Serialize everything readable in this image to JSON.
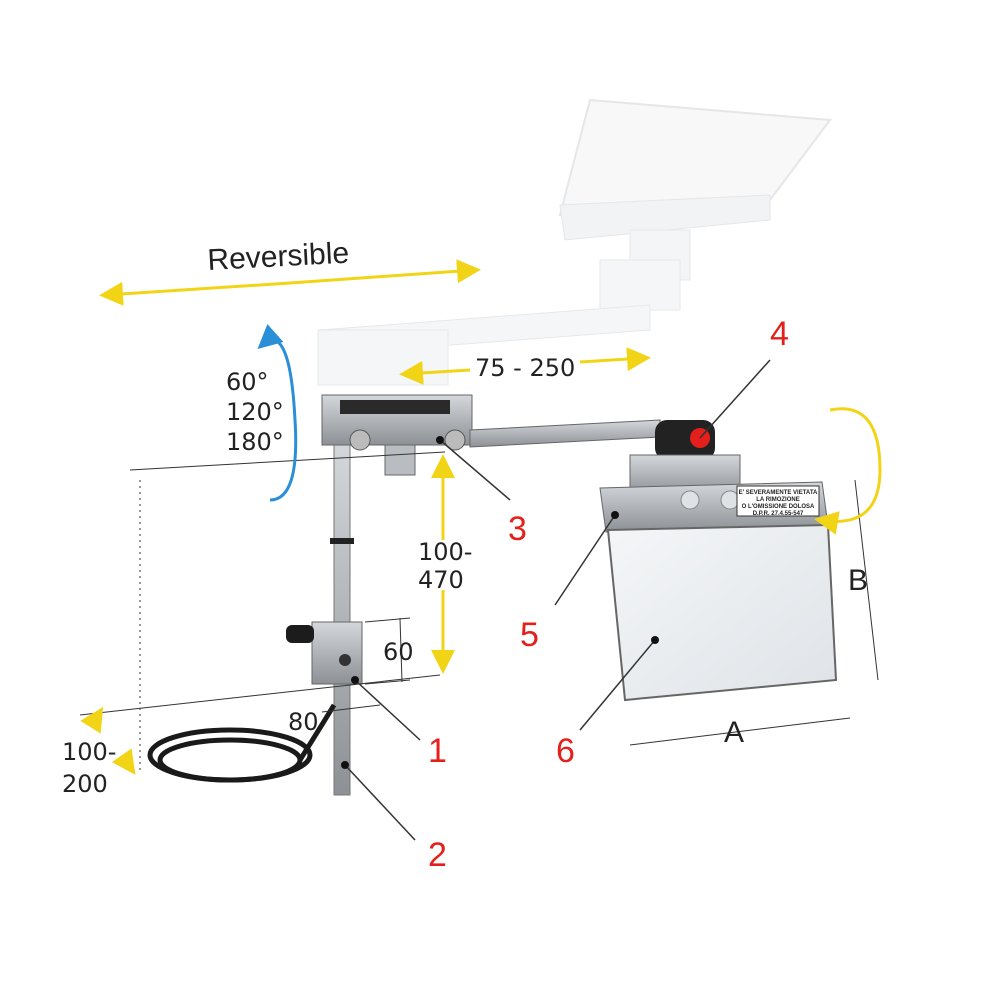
{
  "labels": {
    "reversible": "Reversible",
    "angle_1": "60°",
    "angle_2": "120°",
    "angle_3": "180°",
    "range_arm": "75 - 250",
    "height_1": "100-",
    "height_2": "470",
    "dim_60": "60",
    "dim_80": "80",
    "low_1": "100-",
    "low_2": "200",
    "dim_a": "A",
    "dim_b": "B"
  },
  "callouts": [
    "1",
    "2",
    "3",
    "4",
    "5",
    "6"
  ],
  "sticker": {
    "line1": "E' SEVERAMENTE VIETATA",
    "line2": "LA RIMOZIONE",
    "line3": "O L'OMISSIONE DOLOSA",
    "line4": "D.P.R. 27.4.55-547"
  },
  "colors": {
    "arrow_yellow": "#f2d417",
    "rotation_blue": "#2b8fd8",
    "callout_red": "#e3201b",
    "metal": "#a9adb2"
  }
}
